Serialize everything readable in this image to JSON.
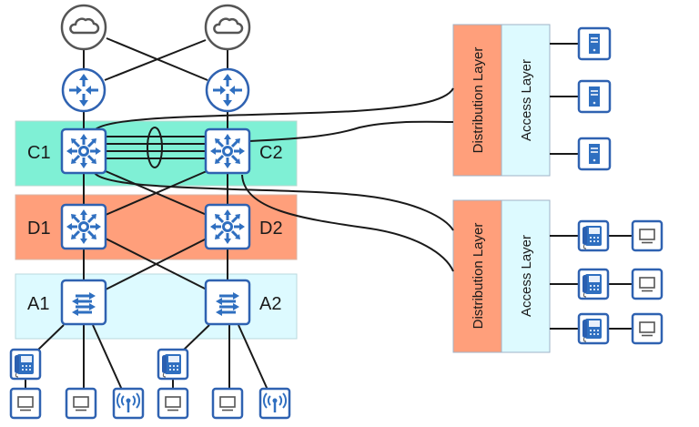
{
  "diagram": {
    "title": "Hierarchical campus network (core / distribution / access)",
    "colors": {
      "core_band": "#7ff0d5",
      "distribution_band": "#ff9f7b",
      "access_band": "#ddfaff",
      "device_border": "#2f62b1",
      "icon_blue": "#2f6fc0",
      "cloud_gray": "#555555",
      "link": "#1a1a1a"
    },
    "bands": {
      "core": {
        "left_label": "C1",
        "right_label": "C2"
      },
      "distribution": {
        "left_label": "D1",
        "right_label": "D2"
      },
      "access": {
        "left_label": "A1",
        "right_label": "A2"
      }
    },
    "nodes": {
      "clouds": [
        {
          "id": "cloud-1",
          "icon": "cloud-icon"
        },
        {
          "id": "cloud-2",
          "icon": "cloud-icon"
        }
      ],
      "routers": [
        {
          "id": "router-1",
          "icon": "router-icon"
        },
        {
          "id": "router-2",
          "icon": "router-icon"
        }
      ],
      "core_switches": [
        {
          "id": "C1",
          "icon": "l3-switch-icon"
        },
        {
          "id": "C2",
          "icon": "l3-switch-icon"
        }
      ],
      "distribution_switches": [
        {
          "id": "D1",
          "icon": "l3-switch-icon"
        },
        {
          "id": "D2",
          "icon": "l3-switch-icon"
        }
      ],
      "access_switches": [
        {
          "id": "A1",
          "icon": "l2-switch-icon"
        },
        {
          "id": "A2",
          "icon": "l2-switch-icon"
        }
      ],
      "endpoints_a1": [
        "ip-phone-icon",
        "pc-icon",
        "pc-icon",
        "wireless-ap-icon"
      ],
      "endpoints_a2": [
        "ip-phone-icon",
        "pc-icon",
        "pc-icon",
        "wireless-ap-icon"
      ]
    },
    "core_bundle": {
      "links": 4,
      "marker": "etherchannel-ellipse"
    },
    "remote_blocks": [
      {
        "distribution_label": "Distribution Layer",
        "access_label": "Access Layer",
        "endpoints": [
          "server-icon",
          "server-icon",
          "server-icon"
        ]
      },
      {
        "distribution_label": "Distribution Layer",
        "access_label": "Access Layer",
        "endpoints": [
          [
            "ip-phone-icon",
            "pc-icon"
          ],
          [
            "ip-phone-icon",
            "pc-icon"
          ],
          [
            "ip-phone-icon",
            "pc-icon"
          ]
        ]
      }
    ]
  }
}
